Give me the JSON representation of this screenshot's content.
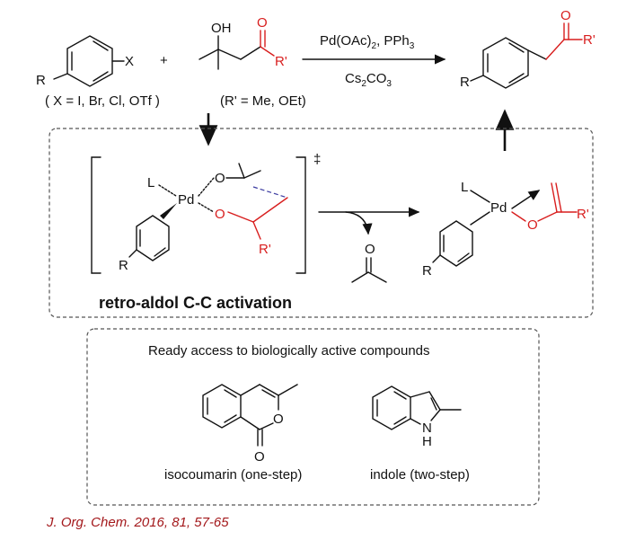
{
  "reaction": {
    "aryl": {
      "r_label": "R",
      "x_label": "X",
      "conditions_note": "( X = I, Br, Cl, OTf )"
    },
    "plus": "+",
    "ketone": {
      "oh_label": "OH",
      "o_label": "O",
      "r_prime_label": "R'",
      "note": "(R' = Me, OEt)"
    },
    "reagents": {
      "catalyst": "Pd(OAc)",
      "catalyst_sub": "2",
      "ligand": ", PPh",
      "ligand_sub": "3",
      "base": "Cs",
      "base_sub1": "2",
      "base_mid": "CO",
      "base_sub2": "3"
    },
    "product": {
      "r_label": "R",
      "o_label": "O",
      "r_prime_label": "R'"
    }
  },
  "mechanism": {
    "ts": {
      "l_label": "L",
      "pd_label": "Pd",
      "o1_label": "O",
      "o2_label": "O",
      "r_label": "R",
      "r_prime_label": "R'",
      "dagger": "‡"
    },
    "byproduct": {
      "o_label": "O"
    },
    "intermediate": {
      "l_label": "L",
      "pd_label": "Pd",
      "o_label": "O",
      "r_label": "R",
      "r_prime_label": "R'"
    },
    "caption": "retro-aldol C-C activation"
  },
  "applications": {
    "title": "Ready access to biologically active compounds",
    "isocoumarin": {
      "label": "isocoumarin (one-step)",
      "o_ring": "O",
      "o_carbonyl": "O"
    },
    "indole": {
      "label": "indole (two-step)",
      "n_label": "N",
      "h_label": "H"
    }
  },
  "citation": "J. Org. Chem. 2016, 81, 57-65",
  "colors": {
    "highlight": "#d81e1e",
    "citation": "#a3181b",
    "text": "#111111"
  }
}
